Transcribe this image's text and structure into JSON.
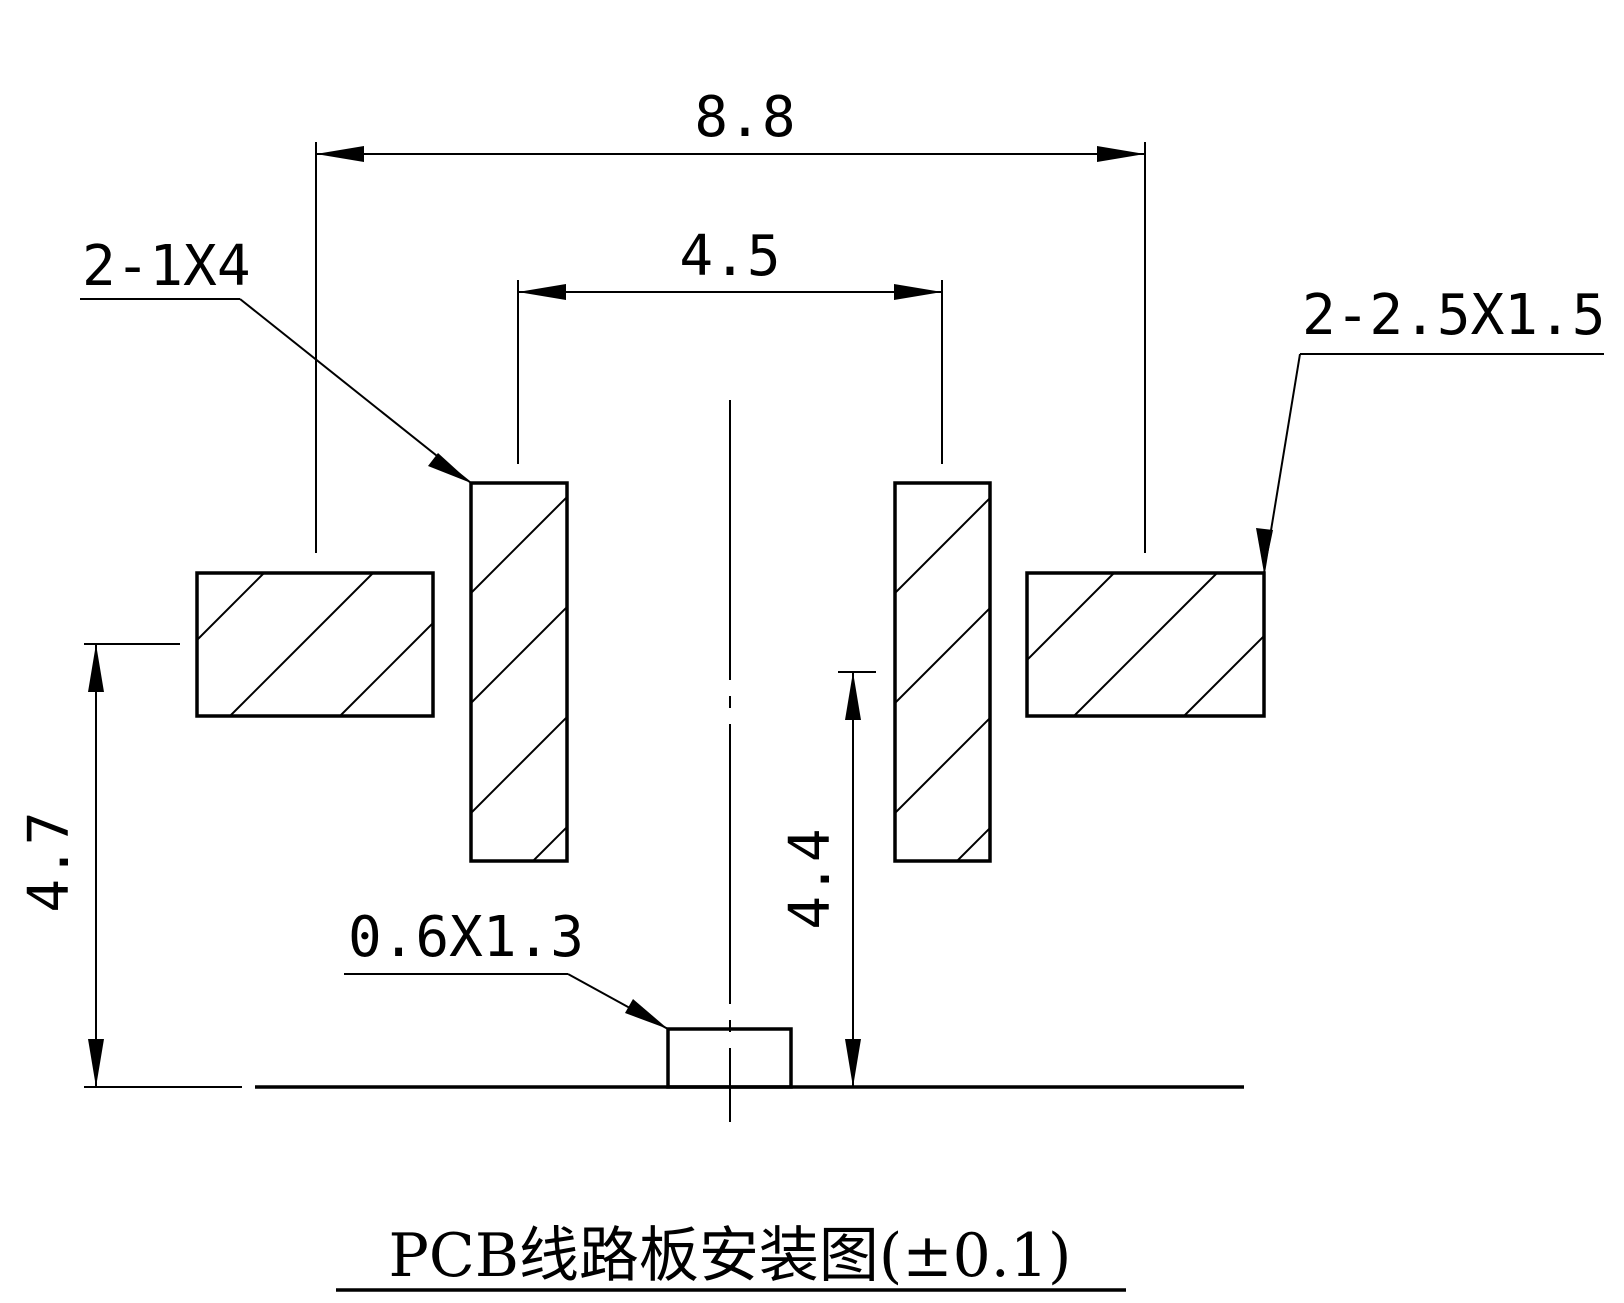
{
  "dimensions": {
    "outer_width": "8.8",
    "inner_width": "4.5",
    "left_height": "4.7",
    "right_height": "4.4"
  },
  "callouts": {
    "inner_pads": "2-1X4",
    "outer_pads": "2-2.5X1.5",
    "bottom_pad": "0.6X1.3"
  },
  "caption": "PCB线路板安装图(±0.1)"
}
